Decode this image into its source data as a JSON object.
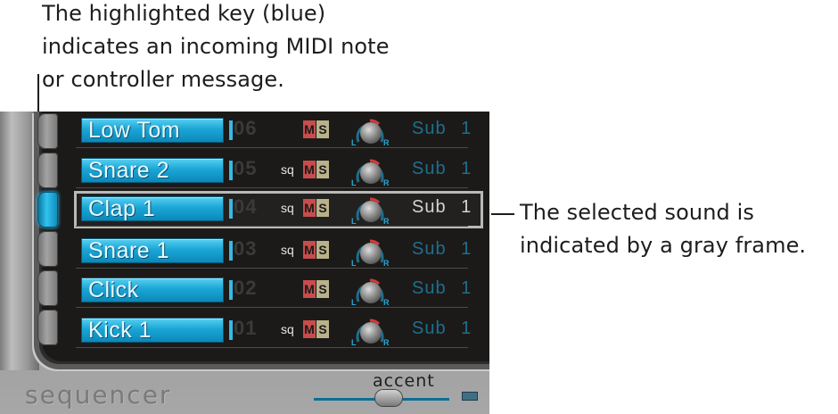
{
  "callouts": {
    "highlighted_key": "The highlighted key (blue) indicates an incoming MIDI note or controller message.",
    "selected_sound": "The selected sound is indicated by a gray frame."
  },
  "panel": {
    "brand": "sequencer",
    "accent_label": "accent",
    "accent_level": 0.55,
    "rows": [
      {
        "name": "Low Tom",
        "number": "06",
        "sq": "",
        "mute": "M",
        "solo": "S",
        "output": "Sub",
        "channel": "1",
        "selected": false
      },
      {
        "name": "Snare 2",
        "number": "05",
        "sq": "sq",
        "mute": "M",
        "solo": "S",
        "output": "Sub",
        "channel": "1",
        "selected": false
      },
      {
        "name": "Clap 1",
        "number": "04",
        "sq": "sq",
        "mute": "M",
        "solo": "S",
        "output": "Sub",
        "channel": "1",
        "selected": true
      },
      {
        "name": "Snare 1",
        "number": "03",
        "sq": "sq",
        "mute": "M",
        "solo": "S",
        "output": "Sub",
        "channel": "1",
        "selected": false
      },
      {
        "name": "Click",
        "number": "02",
        "sq": "",
        "mute": "M",
        "solo": "S",
        "output": "Sub",
        "channel": "1",
        "selected": false
      },
      {
        "name": "Kick 1",
        "number": "01",
        "sq": "sq",
        "mute": "M",
        "solo": "S",
        "output": "Sub",
        "channel": "1",
        "selected": false
      }
    ],
    "knob_labels": {
      "left": "L",
      "right": "R"
    },
    "colors": {
      "active_key": "#31c3f0",
      "name_button": "#1aa6d6",
      "mute": "#c74d4d",
      "solo": "#b9b18a",
      "frame": "#b9b9b9"
    }
  }
}
